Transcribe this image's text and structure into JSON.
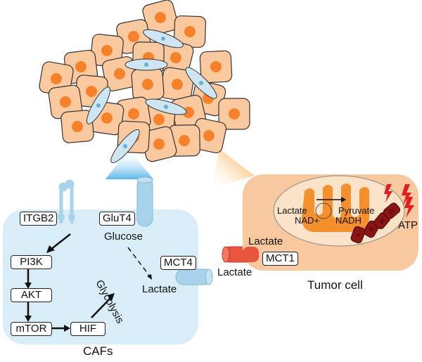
{
  "caf": {
    "title": "CAFs",
    "receptor": "ITGB2",
    "transporter_glucose": "GluT4",
    "transporter_lactate": "MCT4",
    "nodes": [
      "PI3K",
      "AKT",
      "mTOR",
      "HIF"
    ],
    "glucose": "Glucose",
    "lactate": "Lactate",
    "process": "Glycolysis"
  },
  "exchange": {
    "lactate_out": "Lactate",
    "lactate_in": "Lactate"
  },
  "tumor": {
    "title": "Tumor cell",
    "transporter": "MCT1",
    "lactate": "Lactate",
    "mito_substrate": "Lactate",
    "mito_product": "Pyruvate",
    "cofactor_in": "NAD+",
    "cofactor_out": "NADH",
    "complexes": [
      "I",
      "II",
      "III",
      "IV"
    ],
    "atp": "ATP"
  },
  "colors": {
    "caf_fill": "#d8edf7",
    "tumor_fill": "#f8c99e",
    "cell_fill": "#fbc9a0",
    "nucleus": "#f5822a",
    "fibroblast": "#cfe6f2",
    "mct1": "#e8553f",
    "complex": "#8b1414",
    "atp_bolt": "#e02020"
  }
}
